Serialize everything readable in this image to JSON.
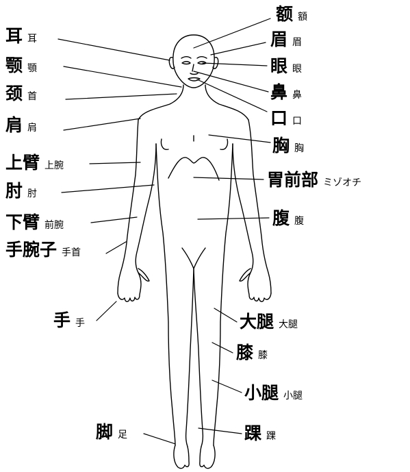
{
  "labels": {
    "forehead": {
      "zh": "额",
      "ja": "額"
    },
    "ear": {
      "zh": "耳",
      "ja": "耳"
    },
    "eyebrow": {
      "zh": "眉",
      "ja": "眉"
    },
    "jaw": {
      "zh": "颚",
      "ja": "顎"
    },
    "eye": {
      "zh": "眼",
      "ja": "眼"
    },
    "neck": {
      "zh": "颈",
      "ja": "首"
    },
    "nose": {
      "zh": "鼻",
      "ja": "鼻"
    },
    "mouth": {
      "zh": "口",
      "ja": "口"
    },
    "shoulder": {
      "zh": "肩",
      "ja": "肩"
    },
    "chest": {
      "zh": "胸",
      "ja": "胸"
    },
    "upper_arm": {
      "zh": "上臂",
      "ja": "上腕"
    },
    "stomach": {
      "zh": "胃前部",
      "ja": "ミゾオチ"
    },
    "elbow": {
      "zh": "肘",
      "ja": "肘"
    },
    "forearm": {
      "zh": "下臂",
      "ja": "前腕"
    },
    "abdomen": {
      "zh": "腹",
      "ja": "腹"
    },
    "wrist": {
      "zh": "手腕子",
      "ja": "手首"
    },
    "hand": {
      "zh": "手",
      "ja": "手"
    },
    "thigh": {
      "zh": "大腿",
      "ja": "大腿"
    },
    "knee": {
      "zh": "膝",
      "ja": "膝"
    },
    "calf": {
      "zh": "小腿",
      "ja": "小腿"
    },
    "foot": {
      "zh": "脚",
      "ja": "足"
    },
    "ankle": {
      "zh": "踝",
      "ja": "踝"
    }
  },
  "colors": {
    "line": "#000000",
    "background": "#ffffff"
  }
}
